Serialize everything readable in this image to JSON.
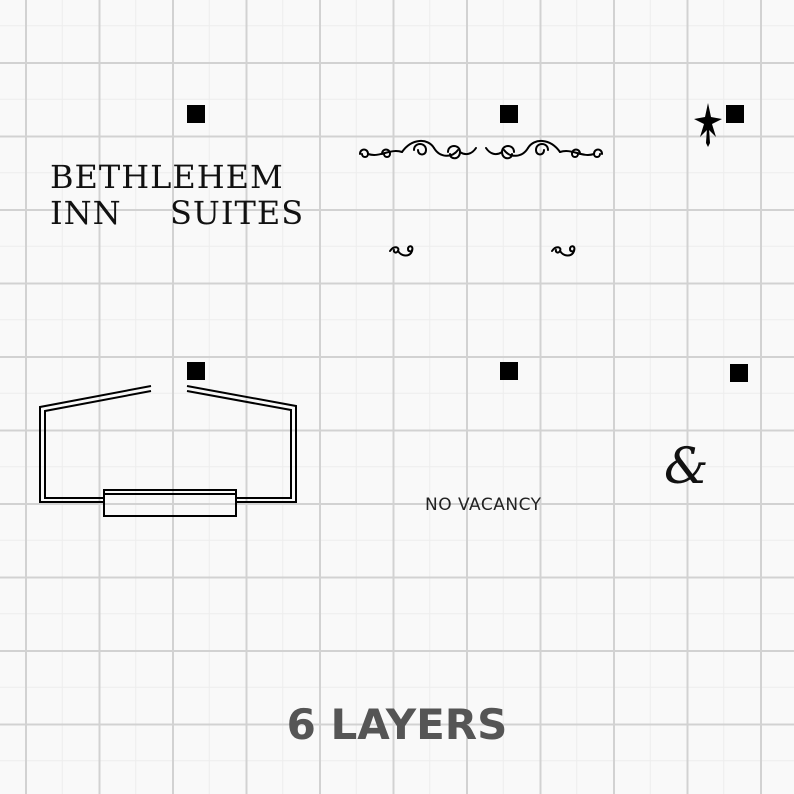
{
  "sign": {
    "line1": "BETHLEHEM",
    "line2_left": "INN",
    "line2_right": "SUITES",
    "vacancy": "NO VACANCY",
    "ampersand": "&"
  },
  "footer": {
    "layers_label": "6 LAYERS"
  },
  "icons": {
    "star": "eight-point-star-icon",
    "flourish": "scroll-flourish-icon",
    "swirl": "small-swirl-icon",
    "frame": "sign-frame-outline",
    "marker": "square-registration-marker"
  },
  "colors": {
    "ink": "#000000",
    "footer_text": "#555555",
    "grid_major": "#d2d2d2",
    "grid_minor": "#ededed"
  }
}
